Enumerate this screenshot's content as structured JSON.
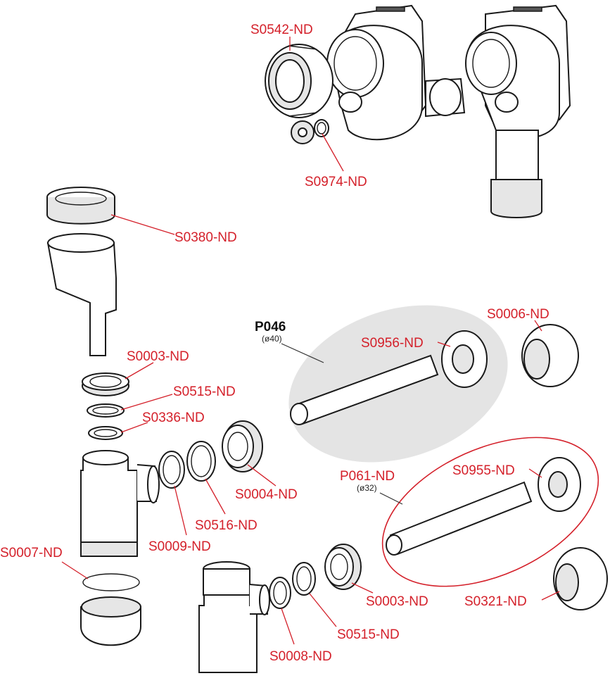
{
  "colors": {
    "label_red": "#d4202a",
    "highlight_grey": "#e4e4e4",
    "highlight_outline": "#d4202a",
    "line_dark": "#1a1a1a"
  },
  "groups": {
    "p046": {
      "code": "P046",
      "size": "(ø40)"
    },
    "p061": {
      "code": "P061-ND",
      "size": "(ø32)"
    }
  },
  "labels": {
    "s0542": "S0542-ND",
    "s0974": "S0974-ND",
    "s0380": "S0380-ND",
    "s0003_top": "S0003-ND",
    "s0515_top": "S0515-ND",
    "s0336": "S0336-ND",
    "s0004": "S0004-ND",
    "s0516": "S0516-ND",
    "s0009": "S0009-ND",
    "s0007": "S0007-ND",
    "s0956": "S0956-ND",
    "s0006": "S0006-ND",
    "s0955": "S0955-ND",
    "s0003_bottom": "S0003-ND",
    "s0321": "S0321-ND",
    "s0515_bottom": "S0515-ND",
    "s0008": "S0008-ND"
  }
}
